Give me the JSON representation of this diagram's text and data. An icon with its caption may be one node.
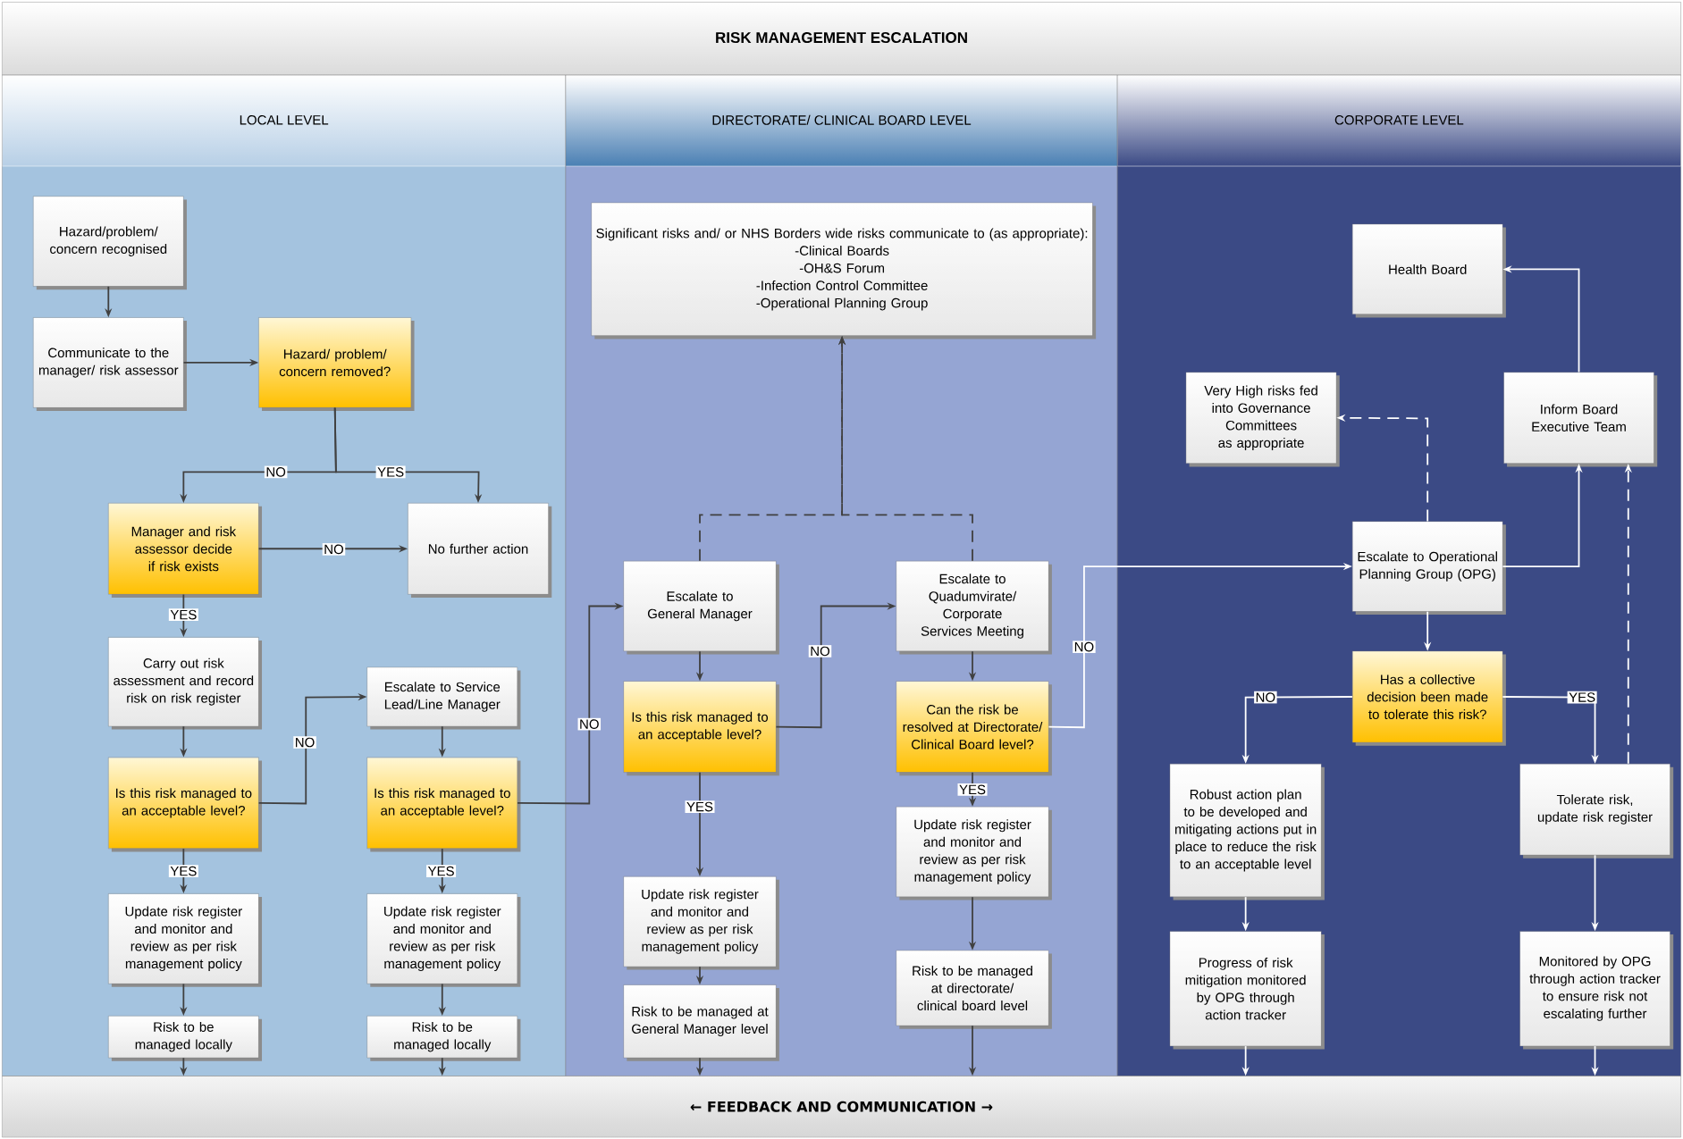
{
  "diagram": {
    "title": "RISK MANAGEMENT ESCALATION",
    "nodes": [
      {
        "text": [
          "LOCAL LEVEL"
        ]
      },
      {
        "text": [
          "DIRECTORATE/ CLINICAL BOARD LEVEL"
        ]
      },
      {
        "text": [
          "CORPORATE LEVEL"
        ]
      },
      {
        "text": [
          "Hazard/problem/ concern recognised"
        ],
        "in": 0
      },
      {
        "text": [
          "Communicate to the manager/ risk assessor"
        ],
        "in": 0
      },
      {
        "text": [
          "Hazard/ problem/ concern removed?"
        ],
        "in": 0
      },
      {
        "text": [
          "Manager and risk assessor decide if risk exists"
        ],
        "in": 0
      },
      {
        "text": [
          "No further action"
        ],
        "in": 0
      },
      {
        "text": [
          "Carry out risk assessment and record risk on risk register"
        ],
        "in": 0
      },
      {
        "text": [
          "Escalate to Service Lead/Line Manager"
        ],
        "in": 0
      },
      {
        "text": [
          "Is this risk managed to an acceptable level?"
        ],
        "in": 0
      },
      {
        "text": [
          "Is this risk managed to an acceptable level?"
        ],
        "in": 0
      },
      {
        "text": [
          "Update risk register and monitor and review as per risk management policy"
        ],
        "in": 0
      },
      {
        "text": [
          "Update risk register and monitor and review as per risk management policy"
        ],
        "in": 0
      },
      {
        "text": [
          "Risk to be managed locally"
        ],
        "in": 0
      },
      {
        "text": [
          "Risk to be managed locally"
        ],
        "in": 0
      },
      {
        "text": [
          "Significant risks and/ or NHS Borders wide risks communicate to (as appropriate):",
          "-Clinical Boards",
          "-OH&S Forum",
          "-Infection Control Committee",
          "-Operational Planning Group"
        ],
        "in": 1
      },
      {
        "text": [
          "Escalate to General Manager"
        ],
        "in": 1
      },
      {
        "text": [
          "Is this risk managed to an acceptable level?"
        ],
        "in": 1
      },
      {
        "text": [
          "Update risk register and monitor and review as per risk management policy"
        ],
        "in": 1
      },
      {
        "text": [
          "Risk to be managed at General Manager level"
        ],
        "in": 1
      },
      {
        "text": [
          "Escalate to Quadumvirate/ Corporate Services Meeting"
        ],
        "in": 1
      },
      {
        "text": [
          "Can the risk be resolved at Directorate/ Clinical Board level?"
        ],
        "in": 1
      },
      {
        "text": [
          "Update risk register and monitor and review as per risk management policy"
        ],
        "in": 1
      },
      {
        "text": [
          "Risk to be managed at directorate/ clinical board level"
        ],
        "in": 1
      },
      {
        "text": [
          "Health Board"
        ],
        "in": 2
      },
      {
        "text": [
          "Very High risks fed into Governance Committees as appropriate"
        ],
        "in": 2
      },
      {
        "text": [
          "Inform Board Executive Team"
        ],
        "in": 2
      },
      {
        "text": [
          "Escalate to Operational Planning Group (OPG)"
        ],
        "in": 2
      },
      {
        "text": [
          "Has a collective decision been made to tolerate this risk?"
        ],
        "in": 2
      },
      {
        "text": [
          "Robust action plan to be developed and mitigating actions put in place to reduce the risk to an acceptable level"
        ],
        "in": 2
      },
      {
        "text": [
          "Tolerate risk, update risk register"
        ],
        "in": 2
      },
      {
        "text": [
          "Progress of risk mitigation monitored by OPG through action tracker"
        ],
        "in": 2
      },
      {
        "text": [
          "Monitored by OPG through action tracker to ensure risk not escalating further"
        ],
        "in": 2
      },
      {
        "text": [
          "← FEEDBACK AND COMMUNICATION →"
        ]
      }
    ],
    "edges": [
      {
        "from": 3,
        "to": 4,
        "arrow": "to"
      },
      {
        "from": 4,
        "to": 5,
        "arrow": "to"
      },
      {
        "from": 5,
        "to": 6,
        "arrow": "to",
        "label": "NO"
      },
      {
        "from": 5,
        "to": 7,
        "arrow": "to",
        "label": "YES"
      },
      {
        "from": 6,
        "to": 7,
        "arrow": "to",
        "label": "NO"
      },
      {
        "from": 6,
        "to": 8,
        "arrow": "to",
        "label": "YES"
      },
      {
        "from": 8,
        "to": 10,
        "arrow": "to"
      },
      {
        "from": 10,
        "to": 9,
        "arrow": "to",
        "label": "NO"
      },
      {
        "from": 10,
        "to": 12,
        "arrow": "to",
        "label": "YES"
      },
      {
        "from": 9,
        "to": 11,
        "arrow": "to"
      },
      {
        "from": 11,
        "to": 13,
        "arrow": "to",
        "label": "YES"
      },
      {
        "from": 12,
        "to": 14,
        "arrow": "to"
      },
      {
        "from": 13,
        "to": 15,
        "arrow": "to"
      },
      {
        "from": 14,
        "to": 34,
        "arrow": "to"
      },
      {
        "from": 15,
        "to": 34,
        "arrow": "to"
      },
      {
        "from": 11,
        "to": 17,
        "arrow": "to",
        "label": "NO"
      },
      {
        "from": 17,
        "to": 18,
        "arrow": "to"
      },
      {
        "from": 18,
        "to": 21,
        "arrow": "to",
        "label": "NO"
      },
      {
        "from": 18,
        "to": 19,
        "arrow": "to",
        "label": "YES"
      },
      {
        "from": 19,
        "to": 20,
        "arrow": "to"
      },
      {
        "from": 20,
        "to": 34,
        "arrow": "to"
      },
      {
        "from": 17,
        "to": 16,
        "arrow": "to",
        "style": "dashed"
      },
      {
        "from": 21,
        "to": 16,
        "arrow": "to",
        "style": "dashed"
      },
      {
        "from": 21,
        "to": 22,
        "arrow": "to"
      },
      {
        "from": 22,
        "to": 23,
        "arrow": "to",
        "label": "YES"
      },
      {
        "from": 23,
        "to": 24,
        "arrow": "to"
      },
      {
        "from": 24,
        "to": 34,
        "arrow": "to"
      },
      {
        "from": 22,
        "to": 28,
        "arrow": "to",
        "label": "NO",
        "color": "#ffffff"
      },
      {
        "from": 28,
        "to": 27,
        "arrow": "to",
        "color": "#ffffff"
      },
      {
        "from": 27,
        "to": 25,
        "arrow": "to",
        "color": "#ffffff"
      },
      {
        "from": 28,
        "to": 26,
        "arrow": "to",
        "style": "dashed",
        "color": "#ffffff"
      },
      {
        "from": 28,
        "to": 29,
        "arrow": "to",
        "color": "#ffffff"
      },
      {
        "from": 29,
        "to": 30,
        "arrow": "to",
        "label": "NO",
        "color": "#ffffff"
      },
      {
        "from": 29,
        "to": 31,
        "arrow": "to",
        "label": "YES",
        "color": "#ffffff"
      },
      {
        "from": 30,
        "to": 32,
        "arrow": "to",
        "color": "#ffffff"
      },
      {
        "from": 31,
        "to": 33,
        "arrow": "to",
        "color": "#ffffff"
      },
      {
        "from": 32,
        "to": 34,
        "arrow": "to",
        "color": "#ffffff"
      },
      {
        "from": 33,
        "to": 34,
        "arrow": "to",
        "color": "#ffffff"
      },
      {
        "from": 31,
        "to": 27,
        "arrow": "to",
        "style": "dashed",
        "color": "#ffffff"
      }
    ]
  }
}
